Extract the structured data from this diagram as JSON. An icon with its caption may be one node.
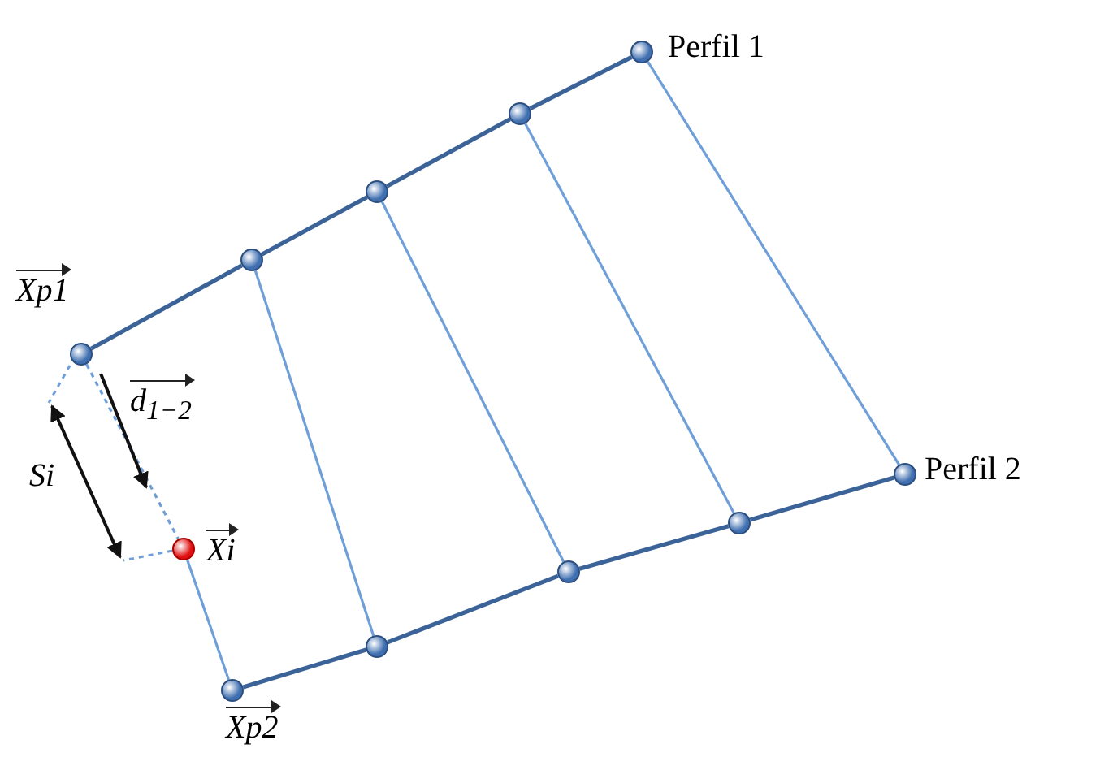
{
  "diagram": {
    "nodes": [
      {
        "text": [],
        "shape": "circle",
        "beside": [
          "Xp1"
        ]
      },
      {
        "text": [],
        "shape": "circle"
      },
      {
        "text": [],
        "shape": "circle"
      },
      {
        "text": [],
        "shape": "circle"
      },
      {
        "text": [],
        "shape": "circle",
        "beside": [
          "Perfil 1"
        ]
      },
      {
        "text": [],
        "shape": "circle",
        "beside": [
          "Xp2"
        ]
      },
      {
        "text": [],
        "shape": "circle"
      },
      {
        "text": [],
        "shape": "circle"
      },
      {
        "text": [],
        "shape": "circle"
      },
      {
        "text": [],
        "shape": "circle",
        "beside": [
          "Perfil 2"
        ]
      },
      {
        "text": [],
        "shape": "circle",
        "beside": [
          "Xi"
        ]
      }
    ],
    "edges": [
      {
        "from": 0,
        "to": 1,
        "arrow": "none"
      },
      {
        "from": 1,
        "to": 2,
        "arrow": "none"
      },
      {
        "from": 2,
        "to": 3,
        "arrow": "none"
      },
      {
        "from": 3,
        "to": 4,
        "arrow": "none"
      },
      {
        "from": 5,
        "to": 6,
        "arrow": "none"
      },
      {
        "from": 6,
        "to": 7,
        "arrow": "none"
      },
      {
        "from": 7,
        "to": 8,
        "arrow": "none"
      },
      {
        "from": 8,
        "to": 9,
        "arrow": "none"
      },
      {
        "from": 1,
        "to": 6,
        "arrow": "none",
        "color": "#6f9fd8"
      },
      {
        "from": 2,
        "to": 7,
        "arrow": "none",
        "color": "#6f9fd8"
      },
      {
        "from": 3,
        "to": 8,
        "arrow": "none",
        "color": "#6f9fd8"
      },
      {
        "from": 4,
        "to": 9,
        "arrow": "none",
        "color": "#6f9fd8"
      },
      {
        "from": 0,
        "to": 10,
        "arrow": "none",
        "style": "dashed",
        "color": "#6f9fd8"
      },
      {
        "from": 10,
        "to": 5,
        "arrow": "none",
        "color": "#6f9fd8"
      }
    ],
    "labels": [
      "d$_{1−2}$",
      "Si"
    ]
  }
}
